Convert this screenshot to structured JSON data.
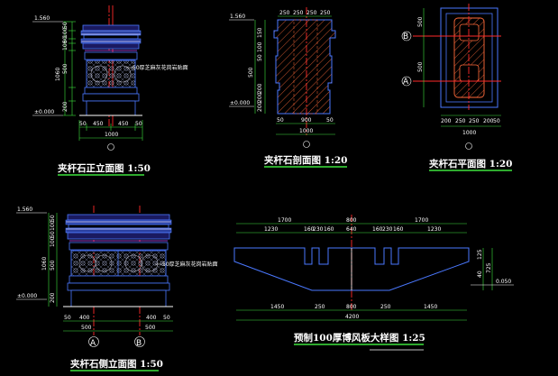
{
  "drawing": {
    "background": "#000000",
    "colors": {
      "line": "#4a78ff",
      "dim": "#3ee23e",
      "axis": "#ff2a2a",
      "hatch": "#ff6a3a",
      "text": "#ffffff",
      "title_underline": "#3ee23e"
    }
  },
  "views": {
    "front_elevation": {
      "title": "夹杆石正立面图 1:50",
      "note": "50厚芝麻灰花岗岩贴面",
      "levels": [
        "1.560",
        "±0.000"
      ],
      "v_dims": [
        "50",
        "100",
        "50",
        "100",
        "1060",
        "500",
        "200"
      ],
      "h_dims": [
        "50",
        "450",
        "450",
        "50"
      ],
      "total": "1000"
    },
    "section": {
      "title": "夹杆石剖面图 1:20",
      "levels": [
        "1.560",
        "±0.000"
      ],
      "top_dims": [
        "250",
        "250",
        "250",
        "250"
      ],
      "v_dims": [
        "150",
        "100",
        "50",
        "500",
        "200",
        "200",
        "200"
      ],
      "bottom_dims": [
        "50",
        "900",
        "50"
      ],
      "total": "1000"
    },
    "plan": {
      "title": "夹杆石平面图 1:20",
      "v_dims": [
        "500",
        "500"
      ],
      "axis_b": "B",
      "axis_a": "A",
      "h_dims": [
        "200",
        "250",
        "250",
        "200",
        "50"
      ],
      "total": "1000"
    },
    "side_elevation": {
      "title": "夹杆石侧立面图 1:50",
      "note": "50厚芝麻灰花岗岩贴面",
      "levels": [
        "1.560",
        "±0.000"
      ],
      "v_dims": [
        "50",
        "100",
        "50",
        "100",
        "1060",
        "500",
        "200"
      ],
      "h_dims": [
        "50",
        "400",
        "400",
        "50"
      ],
      "bottom_dims": [
        "500",
        "500"
      ],
      "axis_a": "A",
      "axis_b": "B"
    },
    "board": {
      "title": "预制100厚博风板大样图 1:25",
      "top_dims": [
        "1700",
        "800",
        "1700"
      ],
      "sub_dims": [
        "1230",
        "160",
        "230",
        "160",
        "640",
        "160",
        "230",
        "160",
        "1230"
      ],
      "right_dims": [
        "125",
        "40",
        "725"
      ],
      "level": "0.050",
      "bottom_dims": [
        "1450",
        "250",
        "800",
        "250",
        "1450"
      ],
      "total": "4200"
    }
  }
}
